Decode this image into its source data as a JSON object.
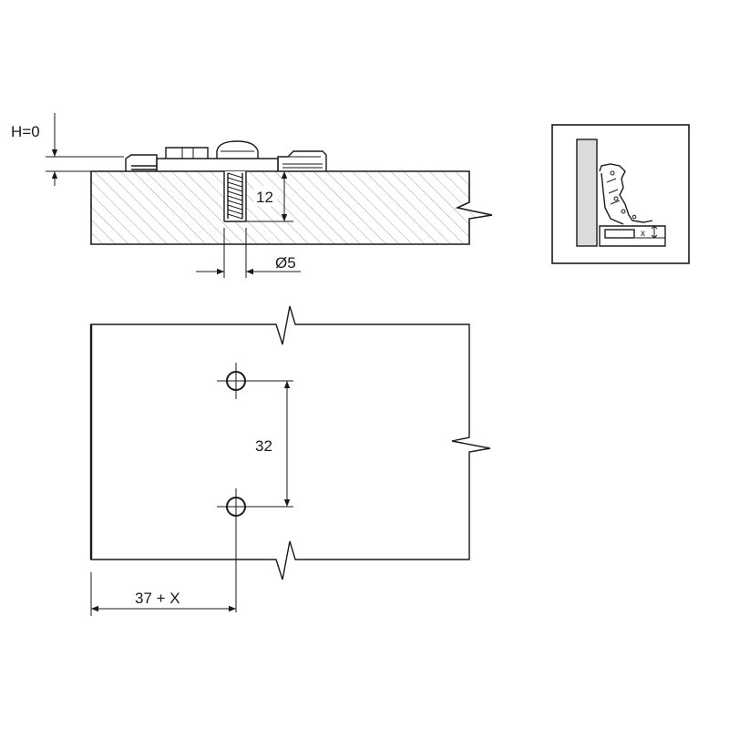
{
  "section_view": {
    "height_label": "H=0",
    "depth_label": "12",
    "diameter_label": "Ø5"
  },
  "plan_view": {
    "spacing_label": "32",
    "offset_label": "37 + X"
  },
  "inset": {
    "x_label": "x"
  },
  "colors": {
    "line": "#1a1a1a",
    "hatch": "#8a8a8a",
    "background": "#ffffff"
  }
}
